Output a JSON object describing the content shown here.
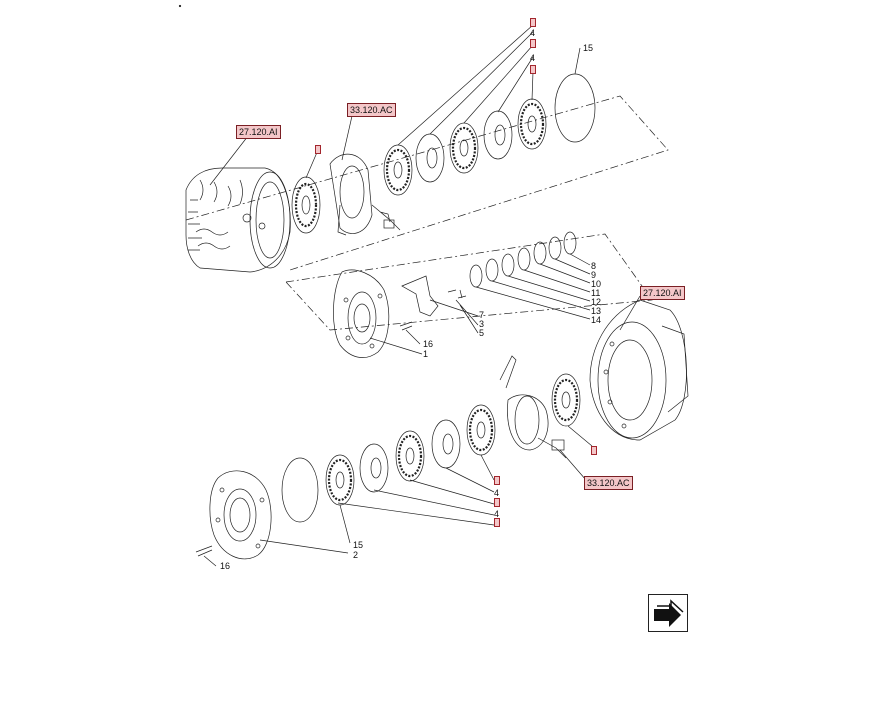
{
  "reference_tags": {
    "top_left_housing": "27.120.AI",
    "top_brake_assembly": "33.120.AC",
    "bottom_right_housing": "27.120.AI",
    "bottom_brake_assembly": "33.120.AC"
  },
  "callouts": {
    "c4a": "4",
    "c4b": "4",
    "c15_top": "15",
    "c8": "8",
    "c9": "9",
    "c10": "10",
    "c11": "11",
    "c12": "12",
    "c13": "13",
    "c14": "14",
    "c7": "7",
    "c3": "3",
    "c5": "5",
    "c16_mid": "16",
    "c1": "1",
    "c4c": "4",
    "c4d": "4",
    "c15_bottom": "15",
    "c2": "2",
    "c16_bottom": "16"
  },
  "colors": {
    "tag_fill": "#f4c7c9",
    "tag_border": "#7a1f24",
    "line": "#222222"
  },
  "nav": {
    "icon": "next-page-arrow-icon"
  }
}
